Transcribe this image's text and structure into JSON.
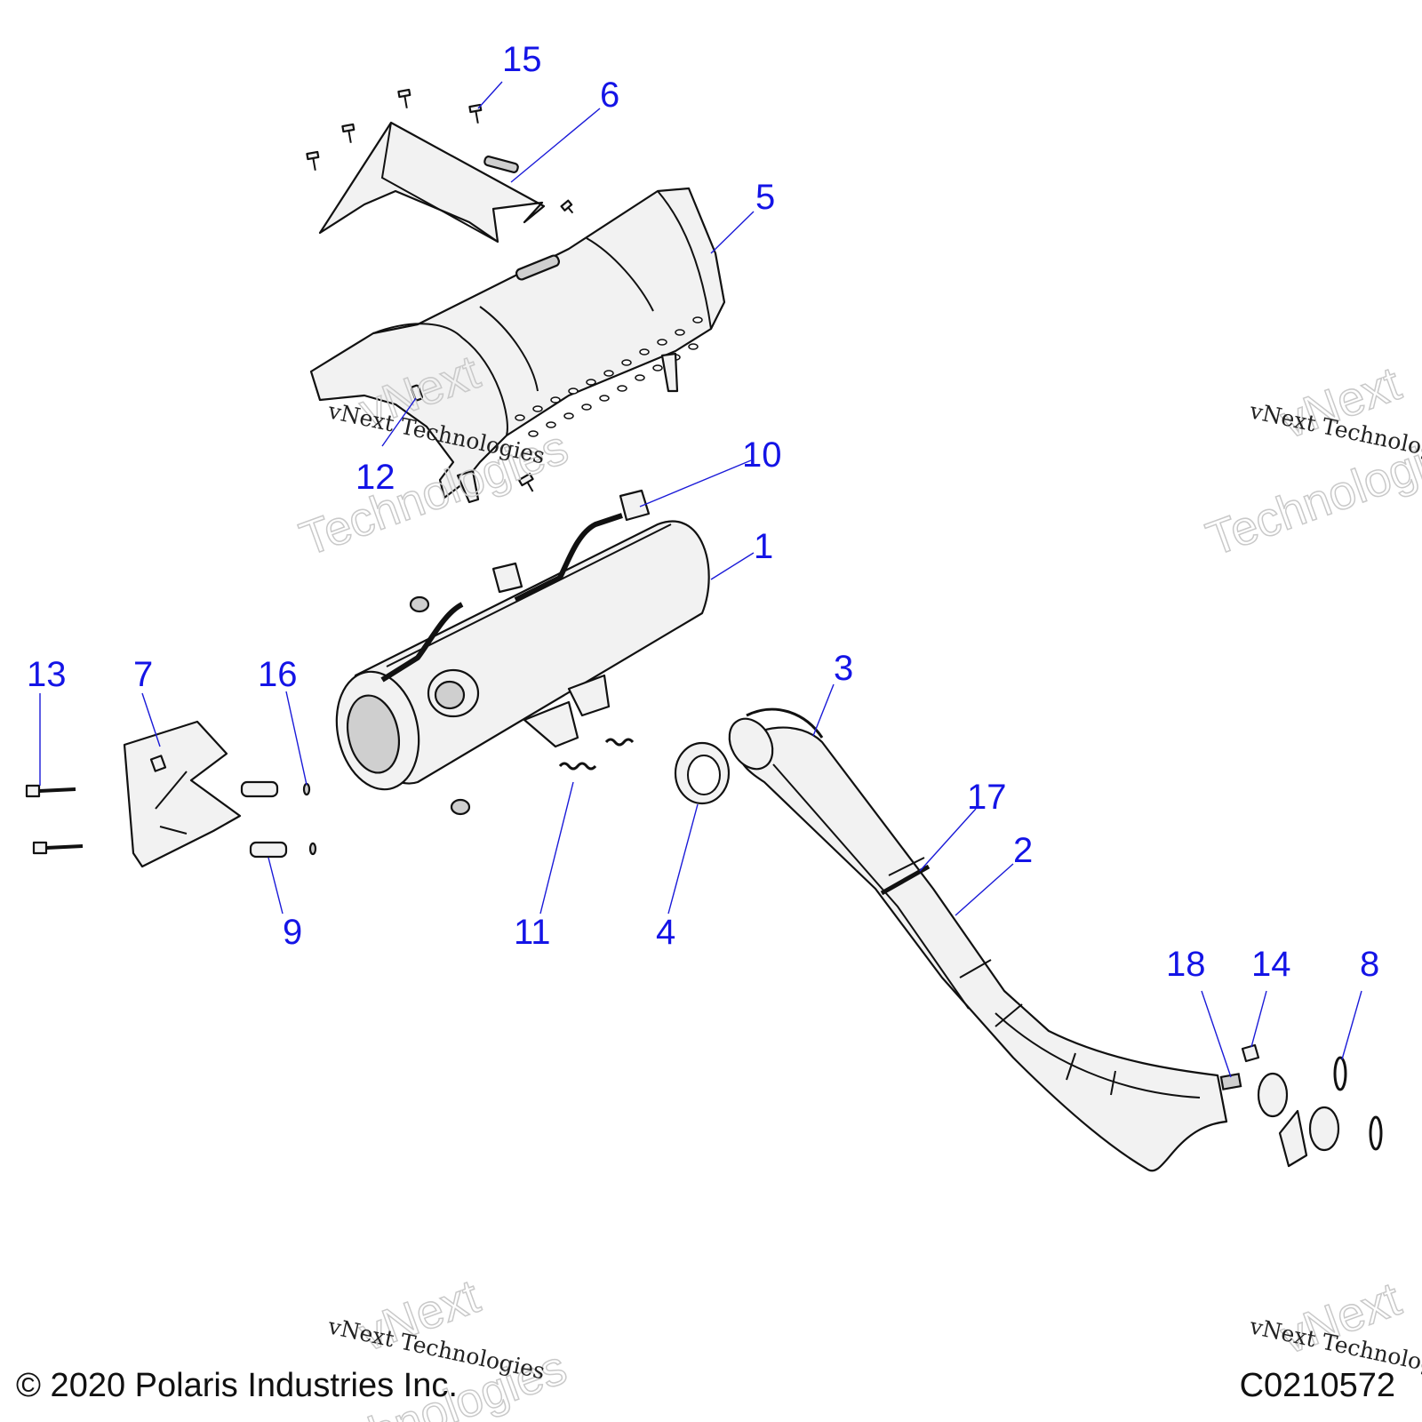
{
  "callouts": {
    "c1": "1",
    "c2": "2",
    "c3": "3",
    "c4": "4",
    "c5": "5",
    "c6": "6",
    "c7": "7",
    "c8": "8",
    "c9": "9",
    "c10": "10",
    "c11": "11",
    "c12": "12",
    "c13": "13",
    "c14": "14",
    "c15": "15",
    "c16": "16",
    "c17": "17",
    "c18": "18"
  },
  "watermark": {
    "line1": "vNext",
    "line2": "Technologies",
    "small": "vNext Technologies"
  },
  "footer": {
    "copyright": "© 2020 Polaris Industries Inc.",
    "figure_code": "C0210572"
  },
  "colors": {
    "callout": "#1414e6",
    "leader": "#1a1ad8",
    "part_fill": "#f2f2f2"
  }
}
